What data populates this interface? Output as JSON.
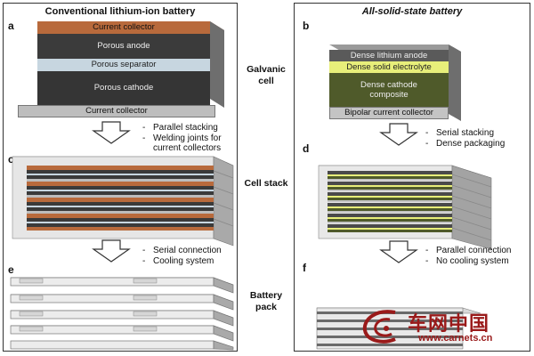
{
  "left_panel": {
    "title": "Conventional lithium-ion battery",
    "cell": {
      "letter": "a",
      "layers": [
        "Current collector",
        "Porous anode",
        "Porous separator",
        "Porous cathode",
        "Current collector"
      ]
    },
    "cell_notes": [
      "Parallel stacking",
      "Welding joints for current collectors"
    ],
    "stack_letter": "c",
    "stack_notes": [
      "Serial connection",
      "Cooling system"
    ],
    "pack_letter": "e"
  },
  "right_panel": {
    "title": "All-solid-state battery",
    "cell": {
      "letter": "b",
      "layers": [
        "Dense lithium anode",
        "Dense solid electrolyte",
        "Dense cathode composite",
        "Bipolar current collector"
      ]
    },
    "cell_notes": [
      "Serial stacking",
      "Dense packaging"
    ],
    "stack_letter": "d",
    "stack_notes": [
      "Parallel connection",
      "No cooling system"
    ],
    "pack_letter": "f"
  },
  "middle_labels": [
    "Galvanic cell",
    "Cell stack",
    "Battery pack"
  ],
  "watermark": {
    "brand": "车网中国",
    "url": "www.carnets.cn"
  },
  "colors": {
    "copper": "#b86a3c",
    "separator": "#c7d6e0",
    "dark_electrode": "#3a3a3a",
    "electrolyte": "#e8ef7a",
    "cathode_composite": "#4f5a2a",
    "collector_gray": "#bdbdbd",
    "watermark": "#9a1a1a"
  }
}
